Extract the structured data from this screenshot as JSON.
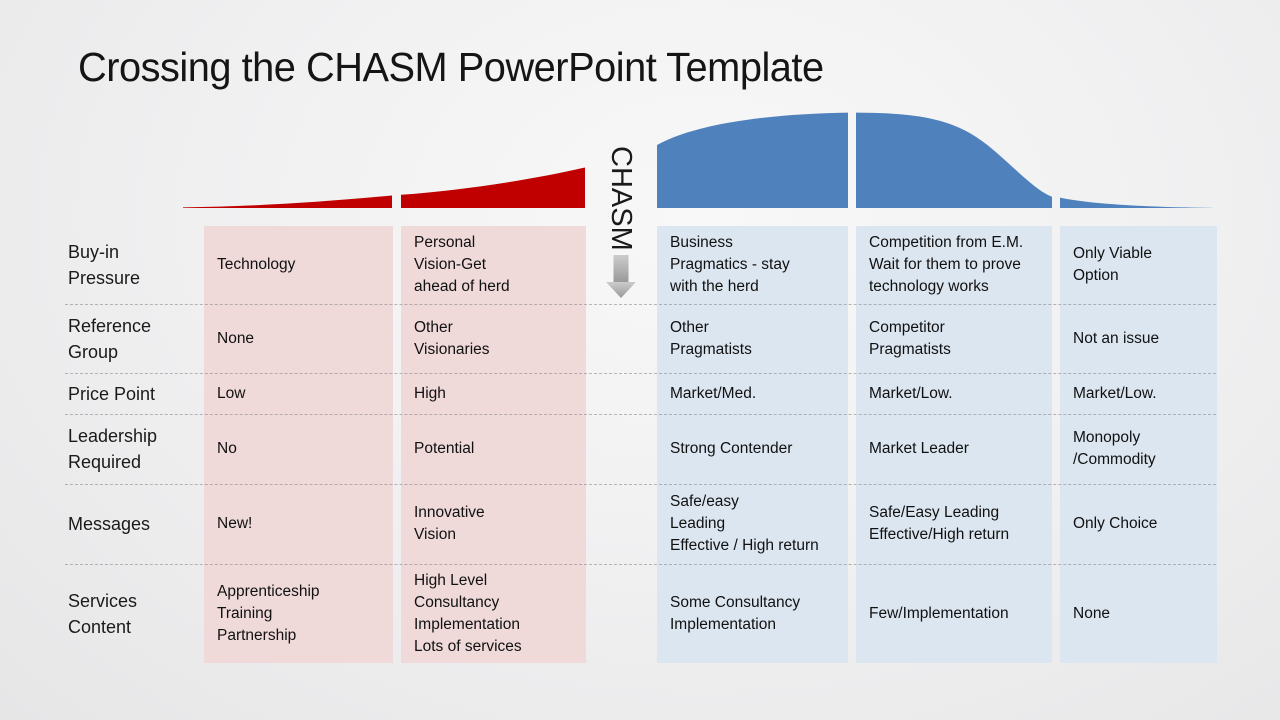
{
  "title": "Crossing the CHASM PowerPoint Template",
  "chasm": {
    "label": "CHASM",
    "arrow_icon": "down-arrow"
  },
  "colors": {
    "curve_red": "#C00000",
    "curve_blue": "#4F81BD",
    "pink_cell": "#EFD9D9",
    "blue_cell": "#DCE6F1",
    "arrow_gray_light": "#C9C9C9",
    "arrow_gray_dark": "#9E9E9E"
  },
  "table": {
    "row_labels": [
      "Buy-in\nPressure",
      "Reference\nGroup",
      "Price Point",
      "Leadership\nRequired",
      "Messages",
      "Services\nContent"
    ],
    "columns": [
      {
        "tone": "pink",
        "cells": [
          "Technology",
          "None",
          "Low",
          "No",
          "New!",
          "Apprenticeship\nTraining\nPartnership"
        ]
      },
      {
        "tone": "pink",
        "cells": [
          "Personal\nVision-Get\nahead of herd",
          "Other\nVisionaries",
          "High",
          "Potential",
          "Innovative\nVision",
          "High Level\nConsultancy\nImplementation\nLots of services"
        ]
      },
      {
        "tone": "blue",
        "cells": [
          "Business\nPragmatics - stay\nwith the herd",
          "Other\nPragmatists",
          "Market/Med.",
          "Strong Contender",
          "Safe/easy\nLeading\nEffective / High return",
          "Some  Consultancy\nImplementation"
        ]
      },
      {
        "tone": "blue",
        "cells": [
          "Competition from E.M.\nWait for them to prove\ntechnology works",
          "Competitor\nPragmatists",
          "Market/Low.",
          "Market Leader",
          "Safe/Easy Leading\nEffective/High return",
          "Few/Implementation"
        ]
      },
      {
        "tone": "blue",
        "cells": [
          "Only Viable\nOption",
          "Not an issue",
          "Market/Low.",
          "Monopoly\n/Commodity",
          "Only Choice",
          "None"
        ]
      }
    ]
  }
}
